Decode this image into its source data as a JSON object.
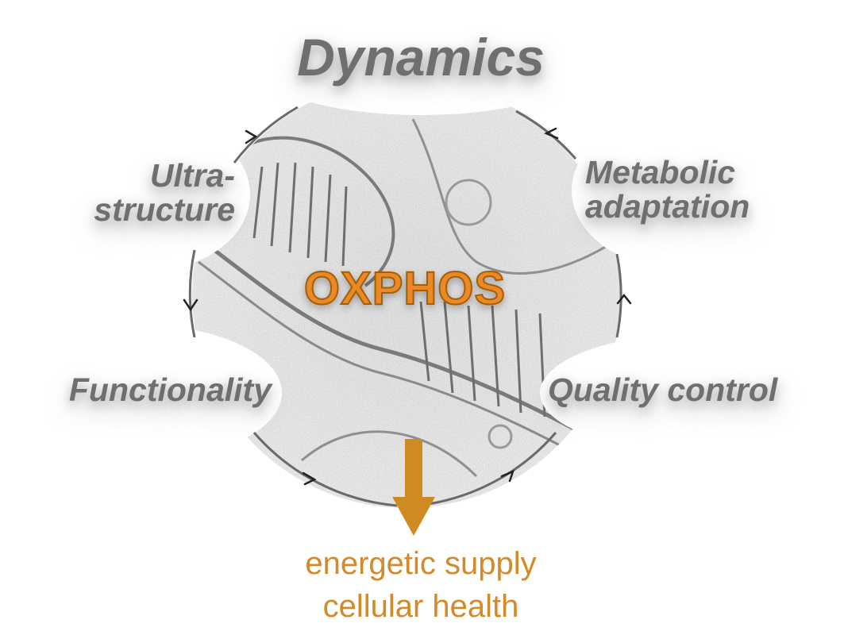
{
  "nodes": {
    "dynamics": "Dynamics",
    "ultrastructure": [
      "Ultra-",
      "structure"
    ],
    "metabolic": [
      "Metabolic",
      "adaptation"
    ],
    "functionality": "Functionality",
    "quality": "Quality control",
    "center": "OXPHOS"
  },
  "outcome": [
    "energetic supply",
    "cellular health"
  ],
  "colors": {
    "label_gray": "#6f6f6f",
    "accent_orange": "#d28a2a",
    "center_fill": "#e9892a",
    "cycle_stroke": "#6a6a6a",
    "arrow_fill": "#cf8a22"
  },
  "icons": [
    "micrograph-image",
    "cycle-arrow-icon",
    "down-arrow-icon"
  ]
}
